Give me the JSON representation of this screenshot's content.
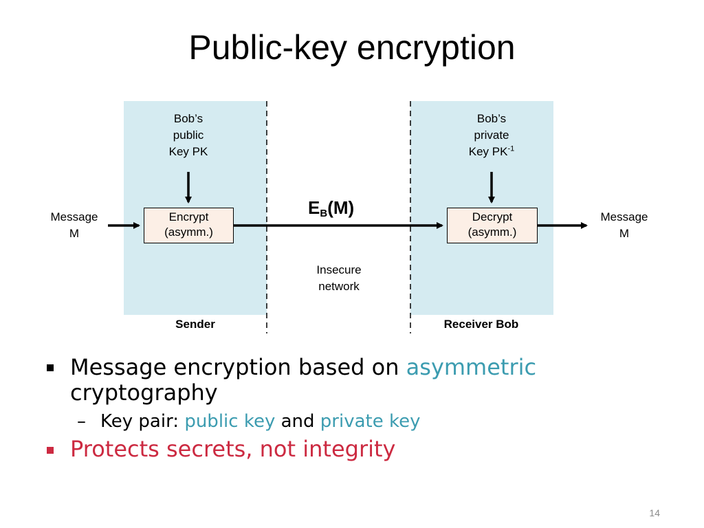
{
  "slide": {
    "title": "Public-key encryption",
    "page_number": "14"
  },
  "diagram": {
    "sender": {
      "key_label_lines": [
        "Bob’s",
        "public",
        "Key PK"
      ],
      "process_lines": [
        "Encrypt",
        "(asymm.)"
      ],
      "zone_label": "Sender"
    },
    "receiver": {
      "key_label_lines": [
        "Bob’s",
        "private",
        "Key PK"
      ],
      "key_superscript": "-1",
      "process_lines": [
        "Decrypt",
        "(asymm.)"
      ],
      "zone_label": "Receiver Bob"
    },
    "message_in_lines": [
      "Message",
      "M"
    ],
    "message_out_lines": [
      "Message",
      "M"
    ],
    "ciphertext": {
      "main": "E",
      "sub": "B",
      "arg": "(M)"
    },
    "network_label_lines": [
      "Insecure",
      "network"
    ],
    "colors": {
      "zone_fill": "#d5ebf1",
      "process_fill": "#fcefe6",
      "arrow": "#000000"
    }
  },
  "bullets": [
    {
      "prefix": "Message encryption based on ",
      "highlight": "asymmetric",
      "suffix": " cryptography"
    },
    {
      "dash": "–",
      "prefix": "Key pair: ",
      "hl1": "public key",
      "mid": " and ",
      "hl2": "private key"
    },
    {
      "text": "Protects secrets, not integrity"
    }
  ],
  "theme": {
    "highlight_color": "#3c9cb0",
    "alert_color": "#cc2a41"
  }
}
